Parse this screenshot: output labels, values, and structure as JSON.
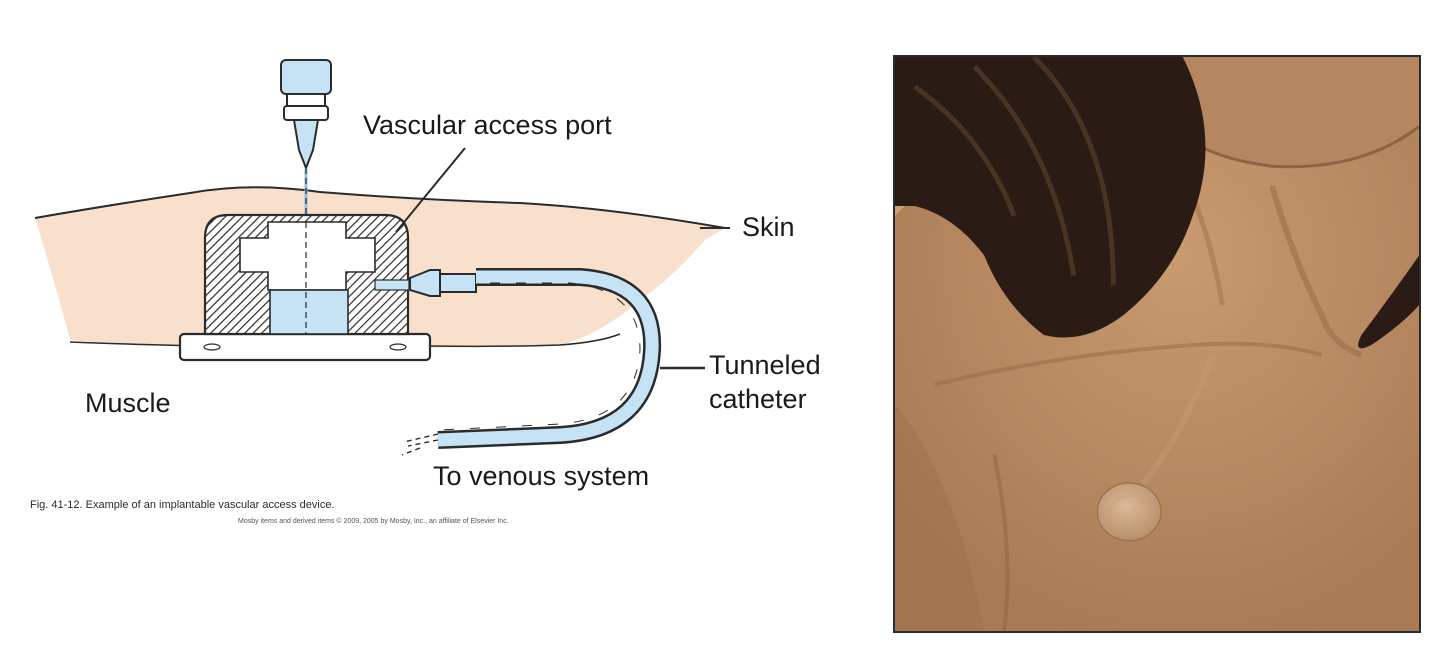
{
  "diagram": {
    "labels": {
      "port": "Vascular access port",
      "skin": "Skin",
      "catheter_line1": "Tunneled",
      "catheter_line2": "catheter",
      "muscle": "Muscle",
      "venous": "To venous system"
    },
    "caption": "Fig. 41-12. Example of an implantable vascular access device.",
    "credit": "Mosby items and derived items © 2009, 2005 by Mosby, Inc., an affiliate of Elsevier Inc."
  },
  "colors": {
    "skin_tissue": "#f8e0cd",
    "fluid_blue": "#c6e2f5",
    "line": "#2b2b2b",
    "photo_skin": "#b98a62",
    "hair": "#2a1c14",
    "frame": "#2c2c2c"
  }
}
